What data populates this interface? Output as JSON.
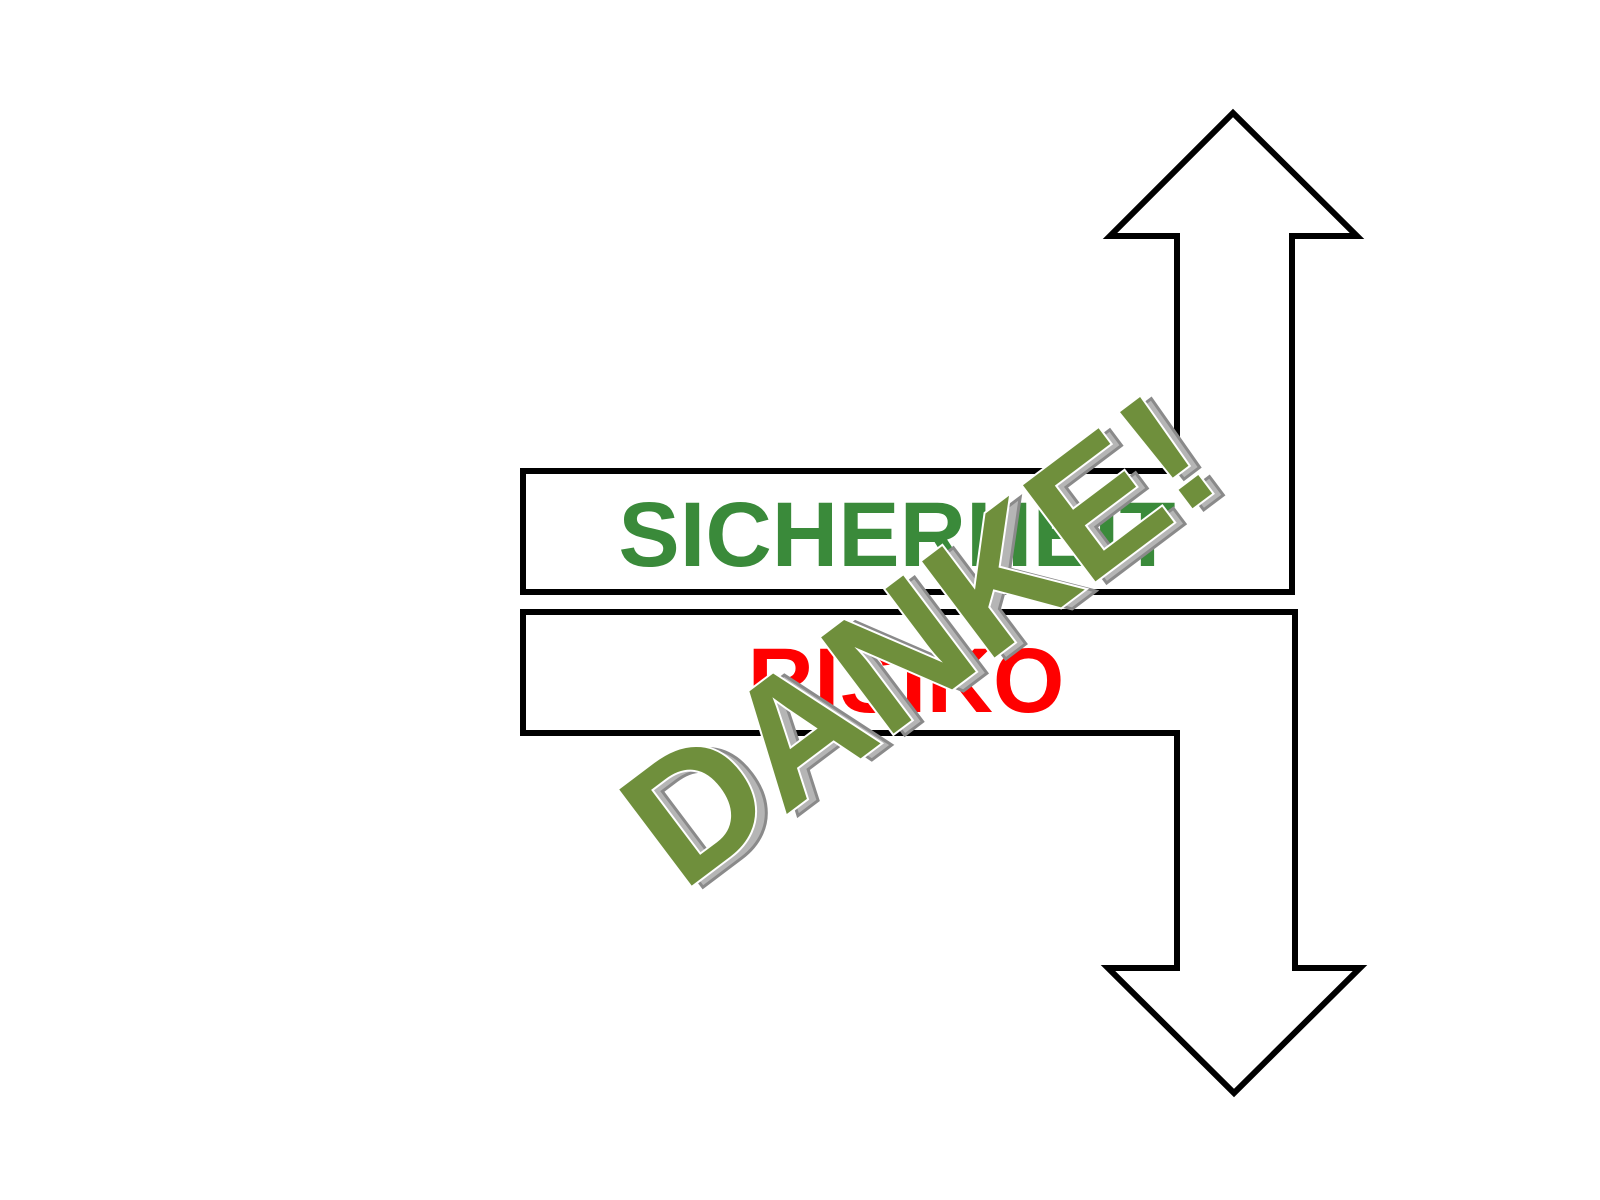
{
  "diagram": {
    "upper_label": "SICHERHEIT",
    "lower_label": "RISIKO",
    "overlay_label": "DANKE!"
  },
  "colors": {
    "background": "#ffffff",
    "outline": "#000000",
    "upper_label": "#3a8a3a",
    "lower_label": "#ff0000",
    "overlay_fill": "#6f8f3c",
    "overlay_stroke": "#ffffff",
    "overlay_shadow": "#9a9a9a"
  }
}
